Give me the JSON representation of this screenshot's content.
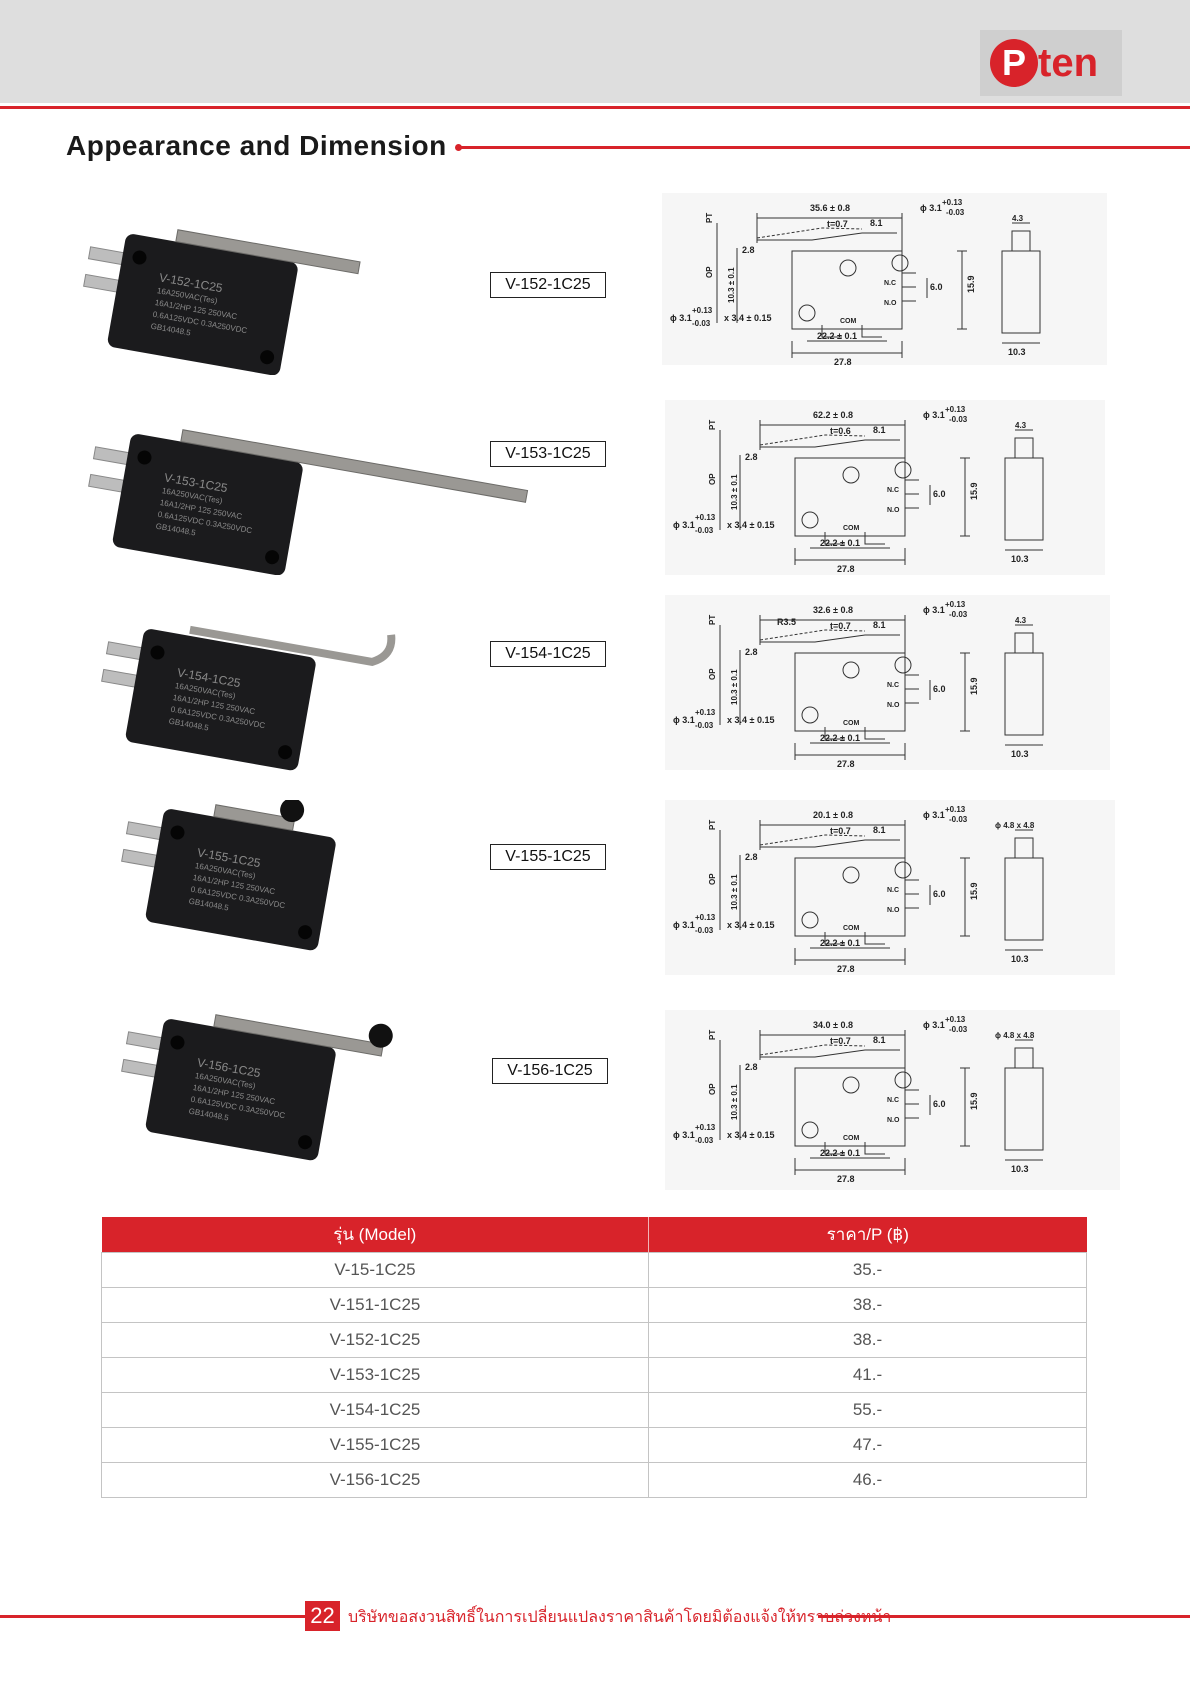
{
  "brand": {
    "logo_text": "ten",
    "logo_letter": "P"
  },
  "section_title": "Appearance and Dimension",
  "products": [
    {
      "model": "V-152-1C25",
      "lever": "Lever",
      "print_lines": [
        "V-152-1C25",
        "16A250VAC(Tes)",
        "16A1/2HP 125 250VAC",
        "0.6A125VDC 0.3A250VDC",
        "GB14048.5"
      ],
      "dims": {
        "overall": "35.6 ± 0.8",
        "thickness": "t=0.7",
        "offset": "8.1",
        "hole": "ϕ 3.1",
        "tol_plus": "+0.13",
        "tol_minus": "-0.03",
        "width_top": "4.3",
        "h1": "2.8",
        "h2": "10.3 ± 0.1",
        "pitch": "6.0",
        "height": "15.9",
        "hole2": "ϕ 3.1",
        "spacing": "x 3.4 ± 0.15",
        "base1": "22.2 ± 0.1",
        "base2": "27.8",
        "side": "10.3",
        "pt": "PT",
        "op": "OP",
        "com": "COM",
        "nc": "N.C",
        "no": "N.O"
      }
    },
    {
      "model": "V-153-1C25",
      "lever": "Long lever",
      "print_lines": [
        "V-153-1C25",
        "16A250VAC(Tes)",
        "16A1/2HP 125 250VAC",
        "0.6A125VDC 0.3A250VDC",
        "GB14048.5"
      ],
      "dims": {
        "overall": "62.2 ± 0.8",
        "thickness": "t=0.6",
        "offset": "8.1",
        "hole": "ϕ 3.1",
        "tol_plus": "+0.13",
        "tol_minus": "-0.03",
        "width_top": "4.3",
        "h1": "2.8",
        "h2": "10.3 ± 0.1",
        "pitch": "6.0",
        "height": "15.9",
        "hole2": "ϕ 3.1",
        "spacing": "x 3.4 ± 0.15",
        "base1": "22.2 ± 0.1",
        "base2": "27.8",
        "side": "10.3",
        "pt": "PT",
        "op": "OP",
        "com": "COM",
        "nc": "N.C",
        "no": "N.O"
      }
    },
    {
      "model": "V-154-1C25",
      "lever": "Hinge lever",
      "print_lines": [
        "V-154-1C25",
        "16A250VAC(Tes)",
        "16A1/2HP 125 250VAC",
        "0.6A125VDC 0.3A250VDC",
        "GB14048.5"
      ],
      "dims": {
        "overall": "32.6 ± 0.8",
        "thickness": "t=0.7",
        "offset": "8.1",
        "hole": "ϕ 3.1",
        "tol_plus": "+0.13",
        "tol_minus": "-0.03",
        "width_top": "4.3",
        "h1": "2.8",
        "h2": "10.3 ± 0.1",
        "pitch": "6.0",
        "height": "15.9",
        "hole2": "ϕ 3.1",
        "spacing": "x 3.4 ± 0.15",
        "base1": "22.2 ± 0.1",
        "base2": "27.8",
        "side": "10.3",
        "pt": "PT",
        "op": "OP",
        "com": "COM",
        "nc": "N.C",
        "no": "N.O",
        "radius": "R3.5"
      }
    },
    {
      "model": "V-155-1C25",
      "lever": "Short roller",
      "print_lines": [
        "V-155-1C25",
        "16A250VAC(Tes)",
        "16A1/2HP 125 250VAC",
        "0.6A125VDC 0.3A250VDC",
        "GB14048.5"
      ],
      "dims": {
        "overall": "20.1 ± 0.8",
        "thickness": "t=0.7",
        "offset": "8.1",
        "hole": "ϕ 3.1",
        "tol_plus": "+0.13",
        "tol_minus": "-0.03",
        "width_top": "ϕ 4.8 x 4.8",
        "h1": "2.8",
        "h2": "10.3 ± 0.1",
        "pitch": "6.0",
        "height": "15.9",
        "hole2": "ϕ 3.1",
        "spacing": "x 3.4 ± 0.15",
        "base1": "22.2 ± 0.1",
        "base2": "27.8",
        "side": "10.3",
        "pt": "PT",
        "op": "OP",
        "com": "COM",
        "nc": "N.C",
        "no": "N.O"
      }
    },
    {
      "model": "V-156-1C25",
      "lever": "Long roller",
      "print_lines": [
        "V-156-1C25",
        "16A250VAC(Tes)",
        "16A1/2HP 125 250VAC",
        "0.6A125VDC 0.3A250VDC",
        "GB14048.5"
      ],
      "dims": {
        "overall": "34.0 ± 0.8",
        "thickness": "t=0.7",
        "offset": "8.1",
        "hole": "ϕ 3.1",
        "tol_plus": "+0.13",
        "tol_minus": "-0.03",
        "width_top": "ϕ 4.8 x 4.8",
        "h1": "2.8",
        "h2": "10.3 ± 0.1",
        "pitch": "6.0",
        "height": "15.9",
        "hole2": "ϕ 3.1",
        "spacing": "x 3.4 ± 0.15",
        "base1": "22.2 ± 0.1",
        "base2": "27.8",
        "side": "10.3",
        "pt": "PT",
        "op": "OP",
        "com": "COM",
        "nc": "N.C",
        "no": "N.O"
      }
    }
  ],
  "price_table": {
    "headers": [
      "รุ่น (Model)",
      "ราคา/P (฿)"
    ],
    "rows": [
      [
        "V-15-1C25",
        "35.-"
      ],
      [
        "V-151-1C25",
        "38.-"
      ],
      [
        "V-152-1C25",
        "38.-"
      ],
      [
        "V-153-1C25",
        "41.-"
      ],
      [
        "V-154-1C25",
        "55.-"
      ],
      [
        "V-155-1C25",
        "47.-"
      ],
      [
        "V-156-1C25",
        "46.-"
      ]
    ]
  },
  "footer": {
    "page_number": "22",
    "note": "บริษัทขอสงวนสิทธิ์ในการเปลี่ยนแปลงราคาสินค้าโดยมิต้องแจ้งให้ทราบล่วงหน้า"
  },
  "colors": {
    "accent": "#d8232a",
    "band": "#dedede",
    "switch_body": "#1b1b1d",
    "lever": "#9a9894"
  }
}
